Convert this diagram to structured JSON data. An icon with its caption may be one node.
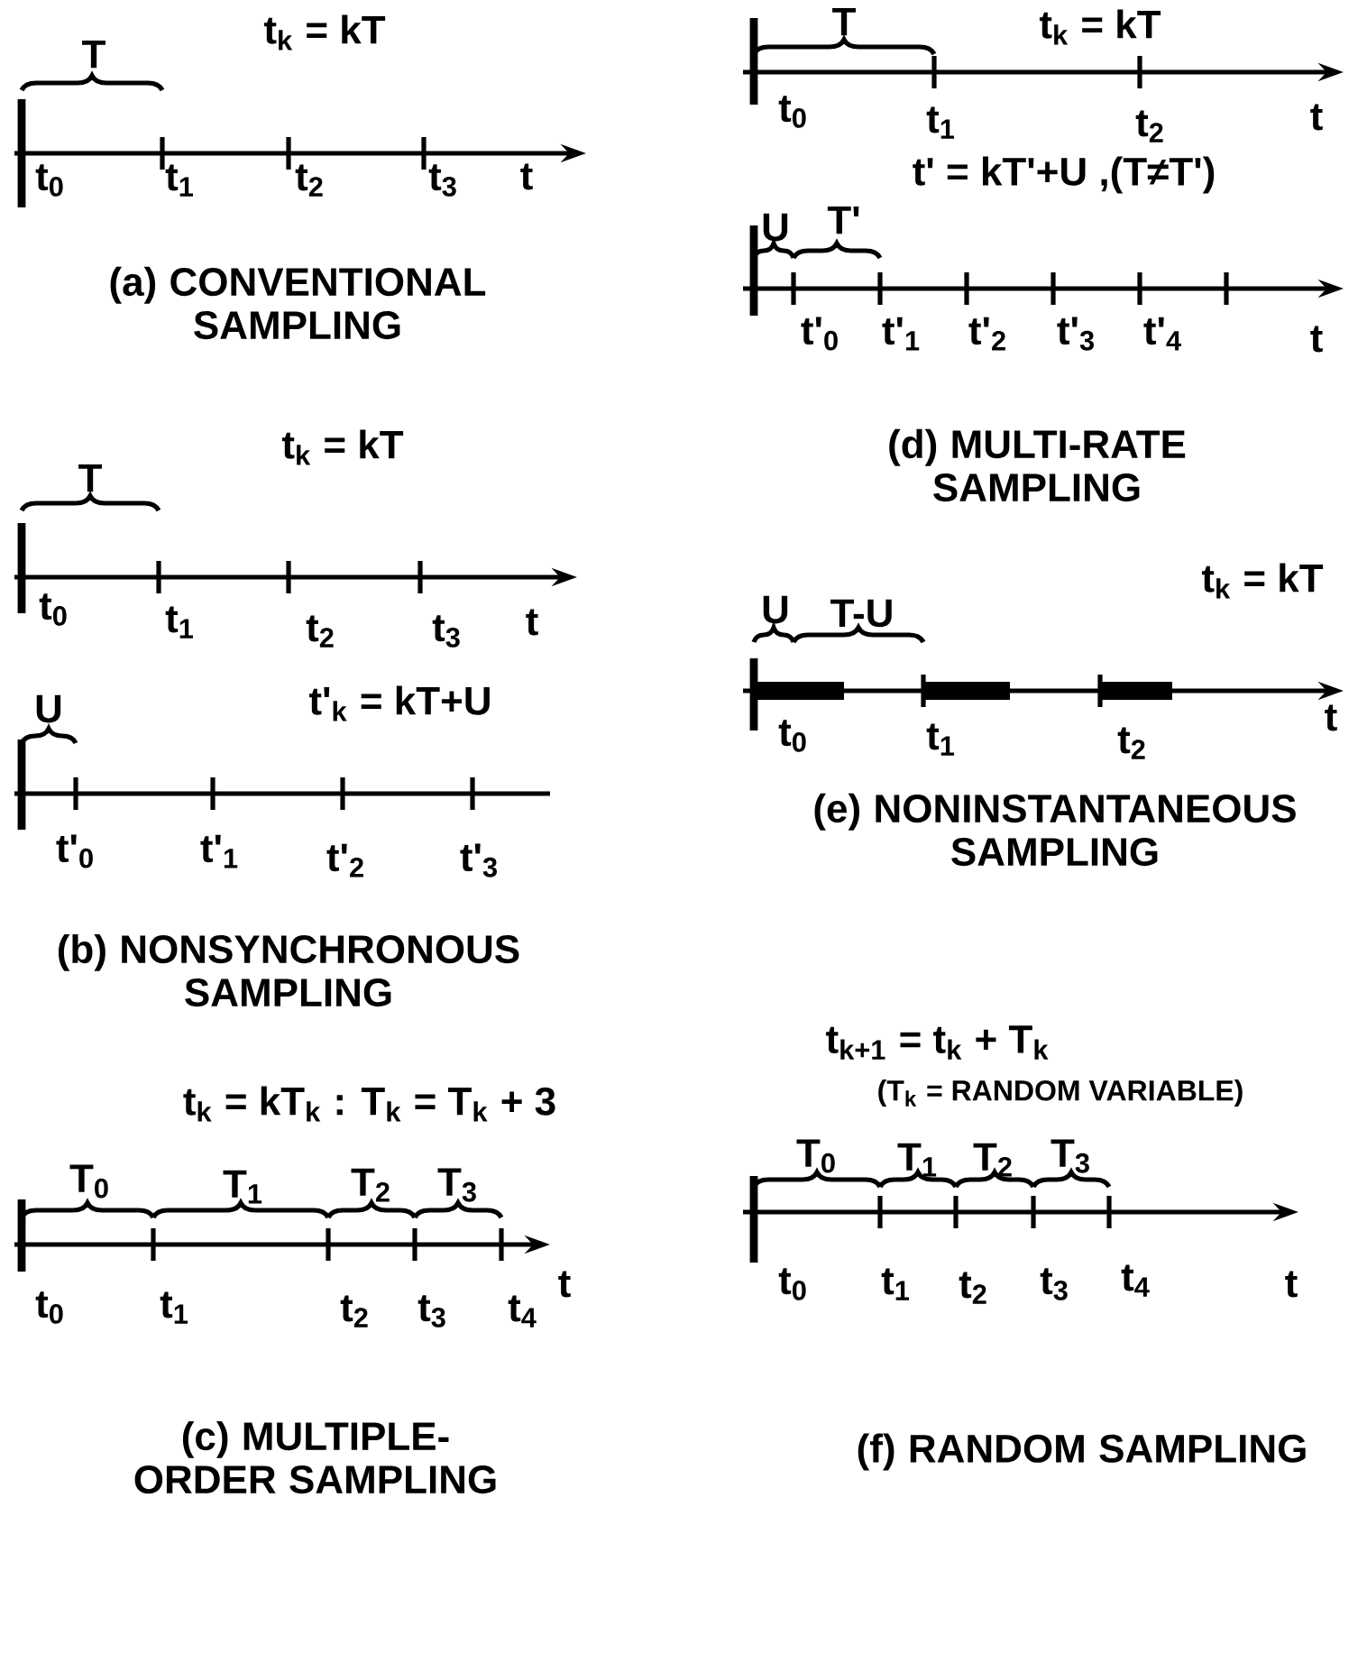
{
  "diagram": {
    "labels": [
      "t$_{k}$ = kT",
      "T",
      "t$_{0}$",
      "t$_{1}$",
      "t$_{2}$",
      "t$_{3}$",
      "t",
      "(a) CONVENTIONAL SAMPLING",
      "T",
      "t$_{k}$ = kT",
      "t$_{0}$",
      "t$_{1}$",
      "t$_{2}$",
      "t",
      "t' = kT'+U ,(T≠T')",
      "U",
      "T'",
      "t'$_{0}$",
      "t'$_{1}$",
      "t'$_{2}$",
      "t'$_{3}$",
      "t'$_{4}$",
      "t",
      "(d) MULTI-RATE SAMPLING",
      "t$_{k}$ = kT",
      "T",
      "t$_{0}$",
      "t$_{1}$",
      "t$_{2}$",
      "t$_{3}$",
      "t",
      "U",
      "t'$_{k}$ = kT+U",
      "t'$_{0}$",
      "t'$_{1}$",
      "t'$_{2}$",
      "t'$_{3}$",
      "(b) NONSYNCHRONOUS SAMPLING",
      "U",
      "T-U",
      "t$_{k}$ = kT",
      "t$_{0}$",
      "t$_{1}$",
      "t$_{2}$",
      "t",
      "(e) NONINSTANTANEOUS SAMPLING",
      "t$_{k}$ = kT$_{k}$  :  T$_{k}$ = T$_{k}$ + 3",
      "T$_{0}$",
      "T$_{1}$",
      "T$_{2}$",
      "T$_{3}$",
      "t$_{0}$",
      "t$_{1}$",
      "t$_{2}$",
      "t$_{3}$",
      "t$_{4}$",
      "t",
      "(c) MULTIPLE-ORDER SAMPLING",
      "t$_{k+1}$ = t$_{k}$ + T$_{k}$",
      "(T$_{k}$ = RANDOM VARIABLE)",
      "T$_{0}$",
      "T$_{1}$",
      "T$_{2}$",
      "T$_{3}$",
      "t$_{0}$",
      "t$_{1}$",
      "t$_{2}$",
      "t$_{3}$",
      "t$_{4}$",
      "t",
      "(f) RANDOM SAMPLING"
    ]
  }
}
